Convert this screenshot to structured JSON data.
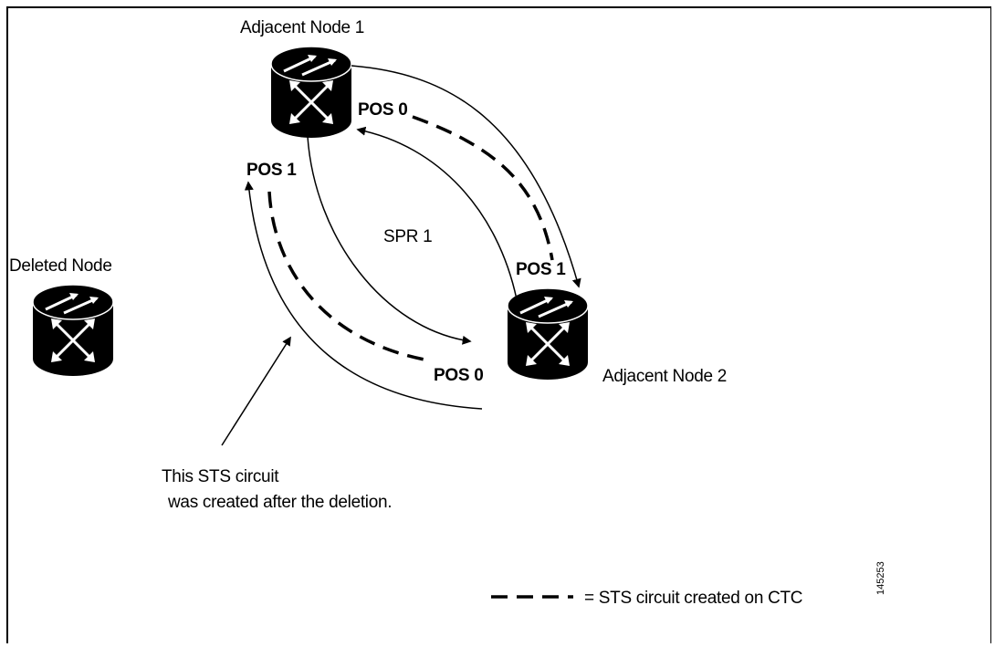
{
  "labels": {
    "adjacent_node_1": "Adjacent Node 1",
    "adjacent_node_2": "Adjacent Node 2",
    "deleted_node": "Deleted Node",
    "pos0_top": "POS 0",
    "pos1_left": "POS 1",
    "pos1_right": "POS 1",
    "pos0_bottom": "POS 0",
    "spr1": "SPR 1",
    "note_line1": "This STS circuit",
    "note_line2": "was created after the deletion.",
    "legend_text": "= STS circuit created on CTC",
    "figure_id": "145253"
  },
  "icons": {
    "node": "router-icon"
  },
  "colors": {
    "node_fill": "#000000",
    "node_symbol": "#ffffff",
    "line": "#000000"
  }
}
